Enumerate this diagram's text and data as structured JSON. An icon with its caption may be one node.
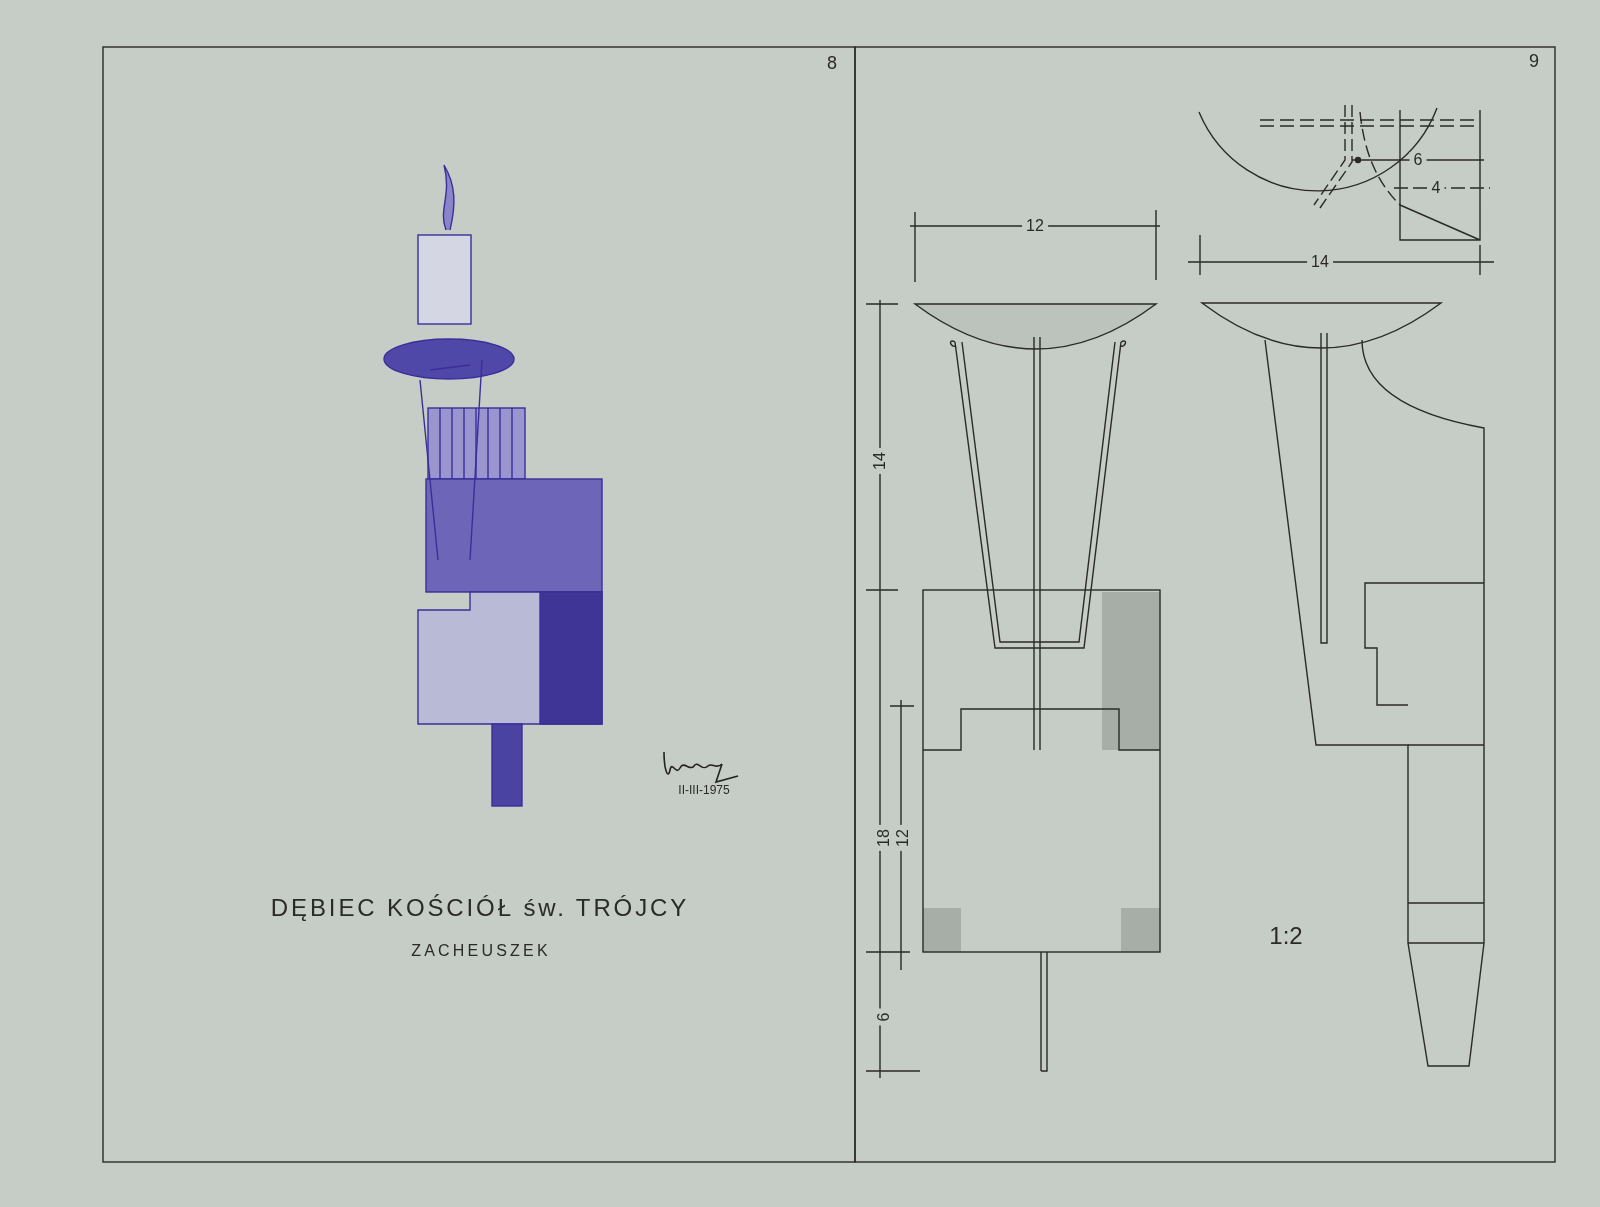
{
  "diagram": {
    "title": "DĘBIEC KOŚCIÓŁ św. TRÓJCY",
    "labels": [
      "8",
      "9",
      "ZACHEUSZEK",
      "II-III-1975",
      "12",
      "14",
      "6",
      "4",
      "14",
      "18",
      "12",
      "6",
      "1:2"
    ]
  }
}
